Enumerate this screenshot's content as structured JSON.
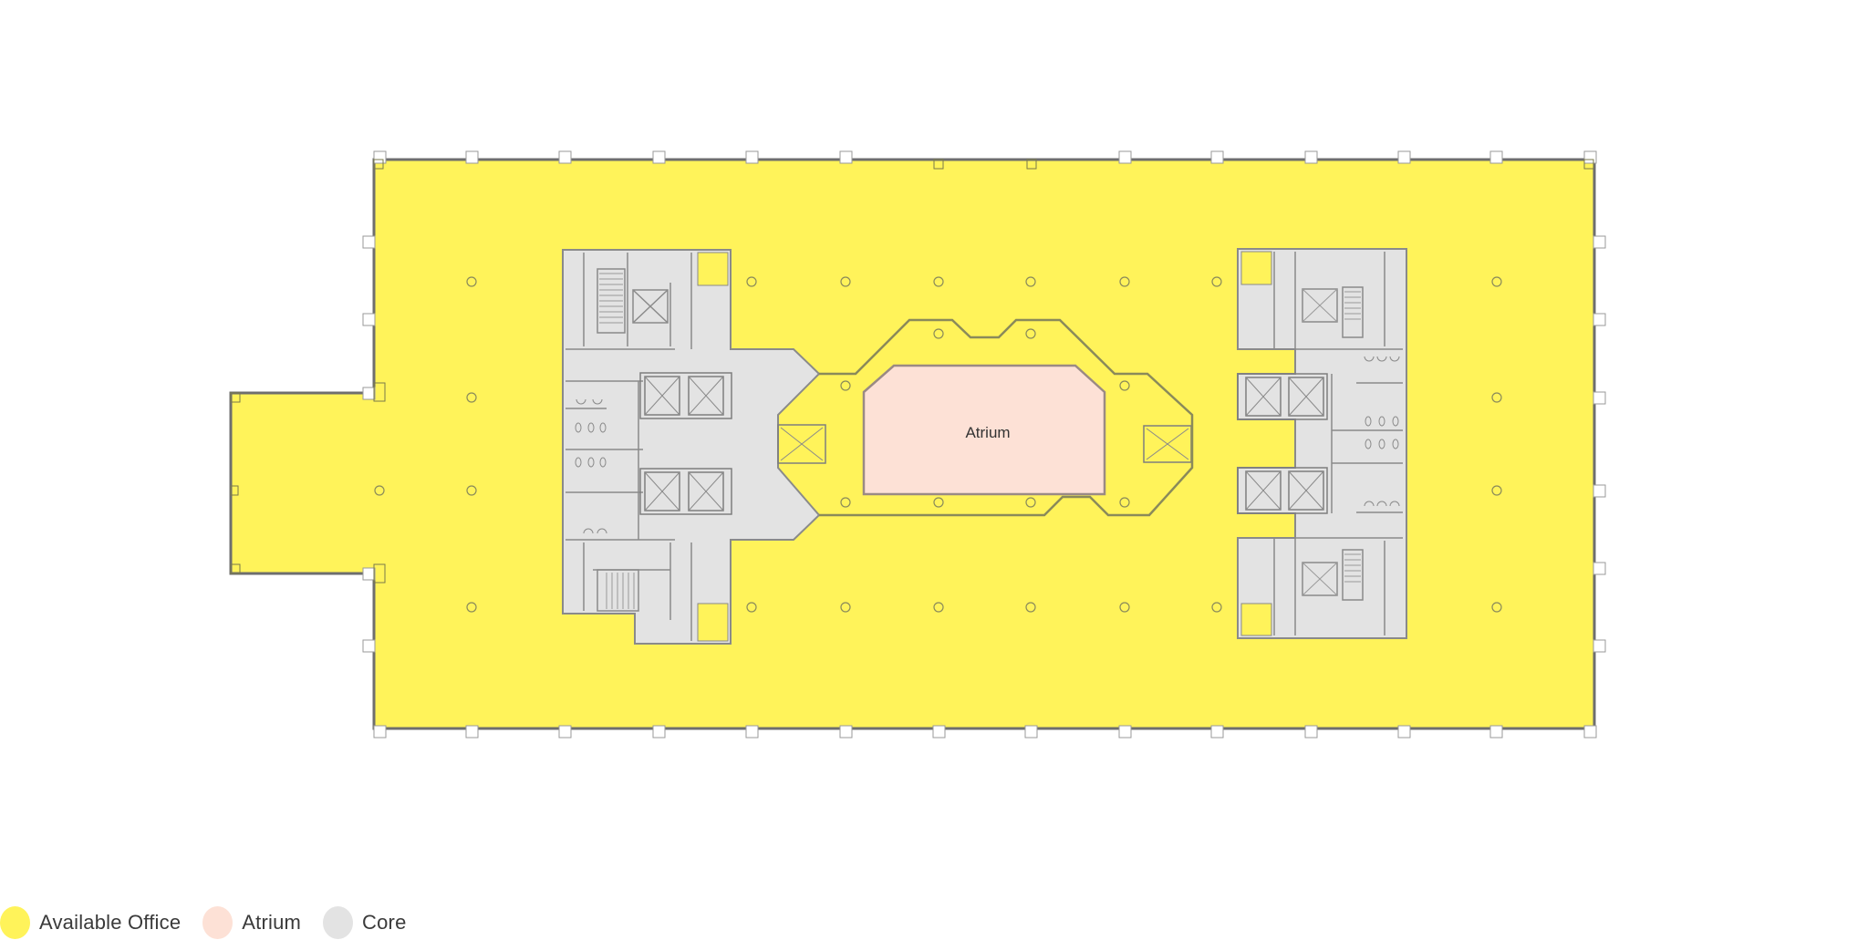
{
  "plan": {
    "atrium_label": "Atrium",
    "colors": {
      "available_office": "#fff35a",
      "atrium": "#fde1d6",
      "core": "#e3e3e3",
      "wall": "#6e6e6e",
      "column": "#8a8a5a"
    }
  },
  "legend": {
    "items": [
      {
        "label": "Available Office",
        "color": "#fff35a"
      },
      {
        "label": "Atrium",
        "color": "#fde1d6"
      },
      {
        "label": "Core",
        "color": "#e3e3e3"
      }
    ]
  }
}
